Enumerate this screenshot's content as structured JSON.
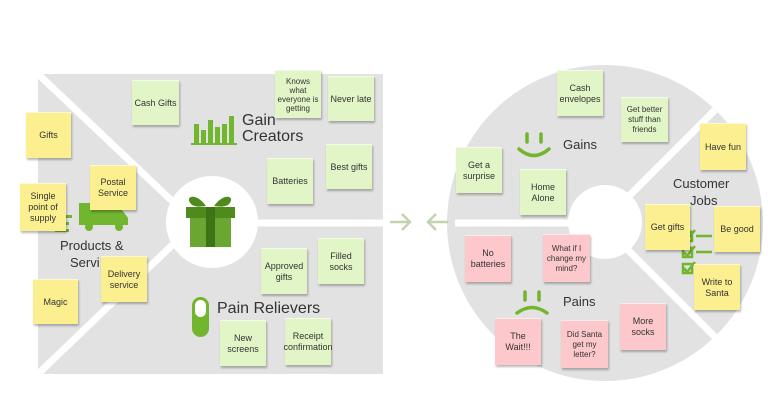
{
  "value_map": {
    "labels": {
      "gain_creators": [
        "Gain",
        "Creators"
      ],
      "products_services": [
        "Products &",
        "Servi"
      ],
      "pain_relievers": "Pain Relievers"
    },
    "gain_creators_notes": [
      {
        "id": "cash-gifts",
        "text": "Cash Gifts"
      },
      {
        "id": "knows-what",
        "text": "Knows what everyone is getting"
      },
      {
        "id": "never-late",
        "text": "Never late"
      },
      {
        "id": "batteries",
        "text": "Batteries"
      },
      {
        "id": "best-gifts",
        "text": "Best gifts"
      }
    ],
    "products_notes": [
      {
        "id": "gifts",
        "text": "Gifts"
      },
      {
        "id": "single-point",
        "text": "Single point of supply"
      },
      {
        "id": "postal-service",
        "text": "Postal Service"
      },
      {
        "id": "delivery-service",
        "text": "Delivery service"
      },
      {
        "id": "magic",
        "text": "Magic"
      }
    ],
    "pain_relievers_notes": [
      {
        "id": "approved-gifts",
        "text": "Approved gifts"
      },
      {
        "id": "filled-socks",
        "text": "Filled socks"
      },
      {
        "id": "new-screens",
        "text": "New screens"
      },
      {
        "id": "receipt-confirmation",
        "text": "Receipt confirmation"
      }
    ]
  },
  "customer_profile": {
    "labels": {
      "gains": "Gains",
      "pains": "Pains",
      "customer_jobs": [
        "Customer",
        "Jobs"
      ]
    },
    "gains_notes": [
      {
        "id": "cash-envelopes",
        "text": "Cash envelopes"
      },
      {
        "id": "better-stuff",
        "text": "Get better stuff than friends"
      },
      {
        "id": "get-surprise",
        "text": "Get a surprise"
      },
      {
        "id": "home-alone",
        "text": "Home Alone"
      }
    ],
    "pains_notes": [
      {
        "id": "no-batteries",
        "text": "No batteries"
      },
      {
        "id": "change-mind",
        "text": "What if I change my mind?"
      },
      {
        "id": "the-wait",
        "text": "The Wait!!!"
      },
      {
        "id": "santa-letter",
        "text": "Did Santa get my letter?"
      },
      {
        "id": "more-socks",
        "text": "More socks"
      }
    ],
    "jobs_notes": [
      {
        "id": "have-fun",
        "text": "Have fun"
      },
      {
        "id": "get-gifts",
        "text": "Get gifts"
      },
      {
        "id": "be-good",
        "text": "Be good"
      },
      {
        "id": "write-santa",
        "text": "Write to Santa"
      }
    ]
  },
  "colors": {
    "panel": "#e2e2e2",
    "divider": "#ffffff",
    "green": "#72b52f",
    "dark_green": "#4f8a1c",
    "note_green": "#e2f5c7",
    "note_yellow": "#fcef90",
    "note_pink": "#fcc8cc",
    "arrow": "#c2d3b0"
  },
  "icons": [
    "gift-icon",
    "bar-chart-icon",
    "pill-icon",
    "delivery-truck-icon",
    "smile-icon",
    "frown-icon",
    "checklist-icon",
    "arrow-right-icon",
    "arrow-left-icon"
  ]
}
